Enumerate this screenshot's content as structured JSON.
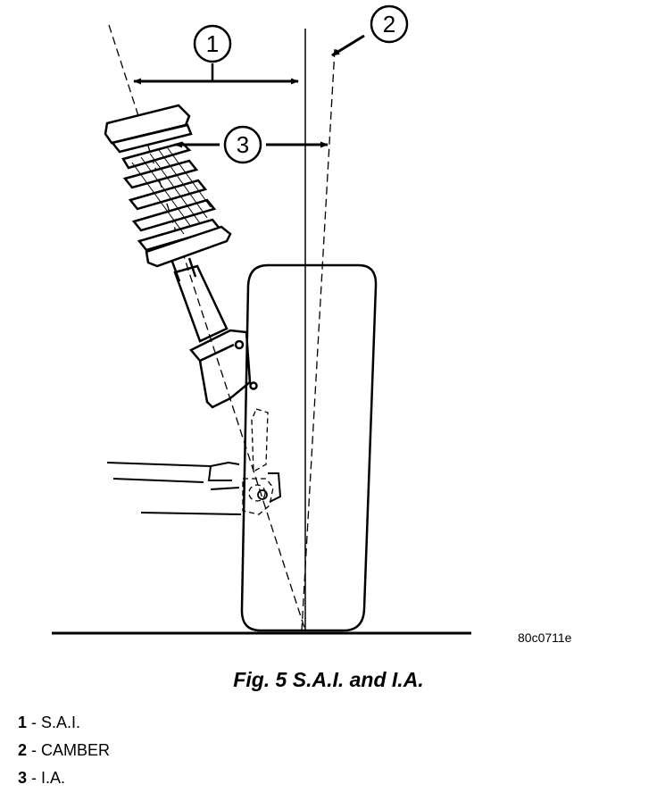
{
  "diagram": {
    "callouts": [
      {
        "number": "1"
      },
      {
        "number": "2"
      },
      {
        "number": "3"
      }
    ],
    "ref_code": "80c0711e"
  },
  "caption": "Fig. 5 S.A.I. and I.A.",
  "legend": [
    {
      "number": "1",
      "separator": " - ",
      "label": "S.A.I."
    },
    {
      "number": "2",
      "separator": " - ",
      "label": "CAMBER"
    },
    {
      "number": "3",
      "separator": " - ",
      "label": "I.A."
    }
  ],
  "colors": {
    "ink": "#000000",
    "paper": "#ffffff"
  }
}
